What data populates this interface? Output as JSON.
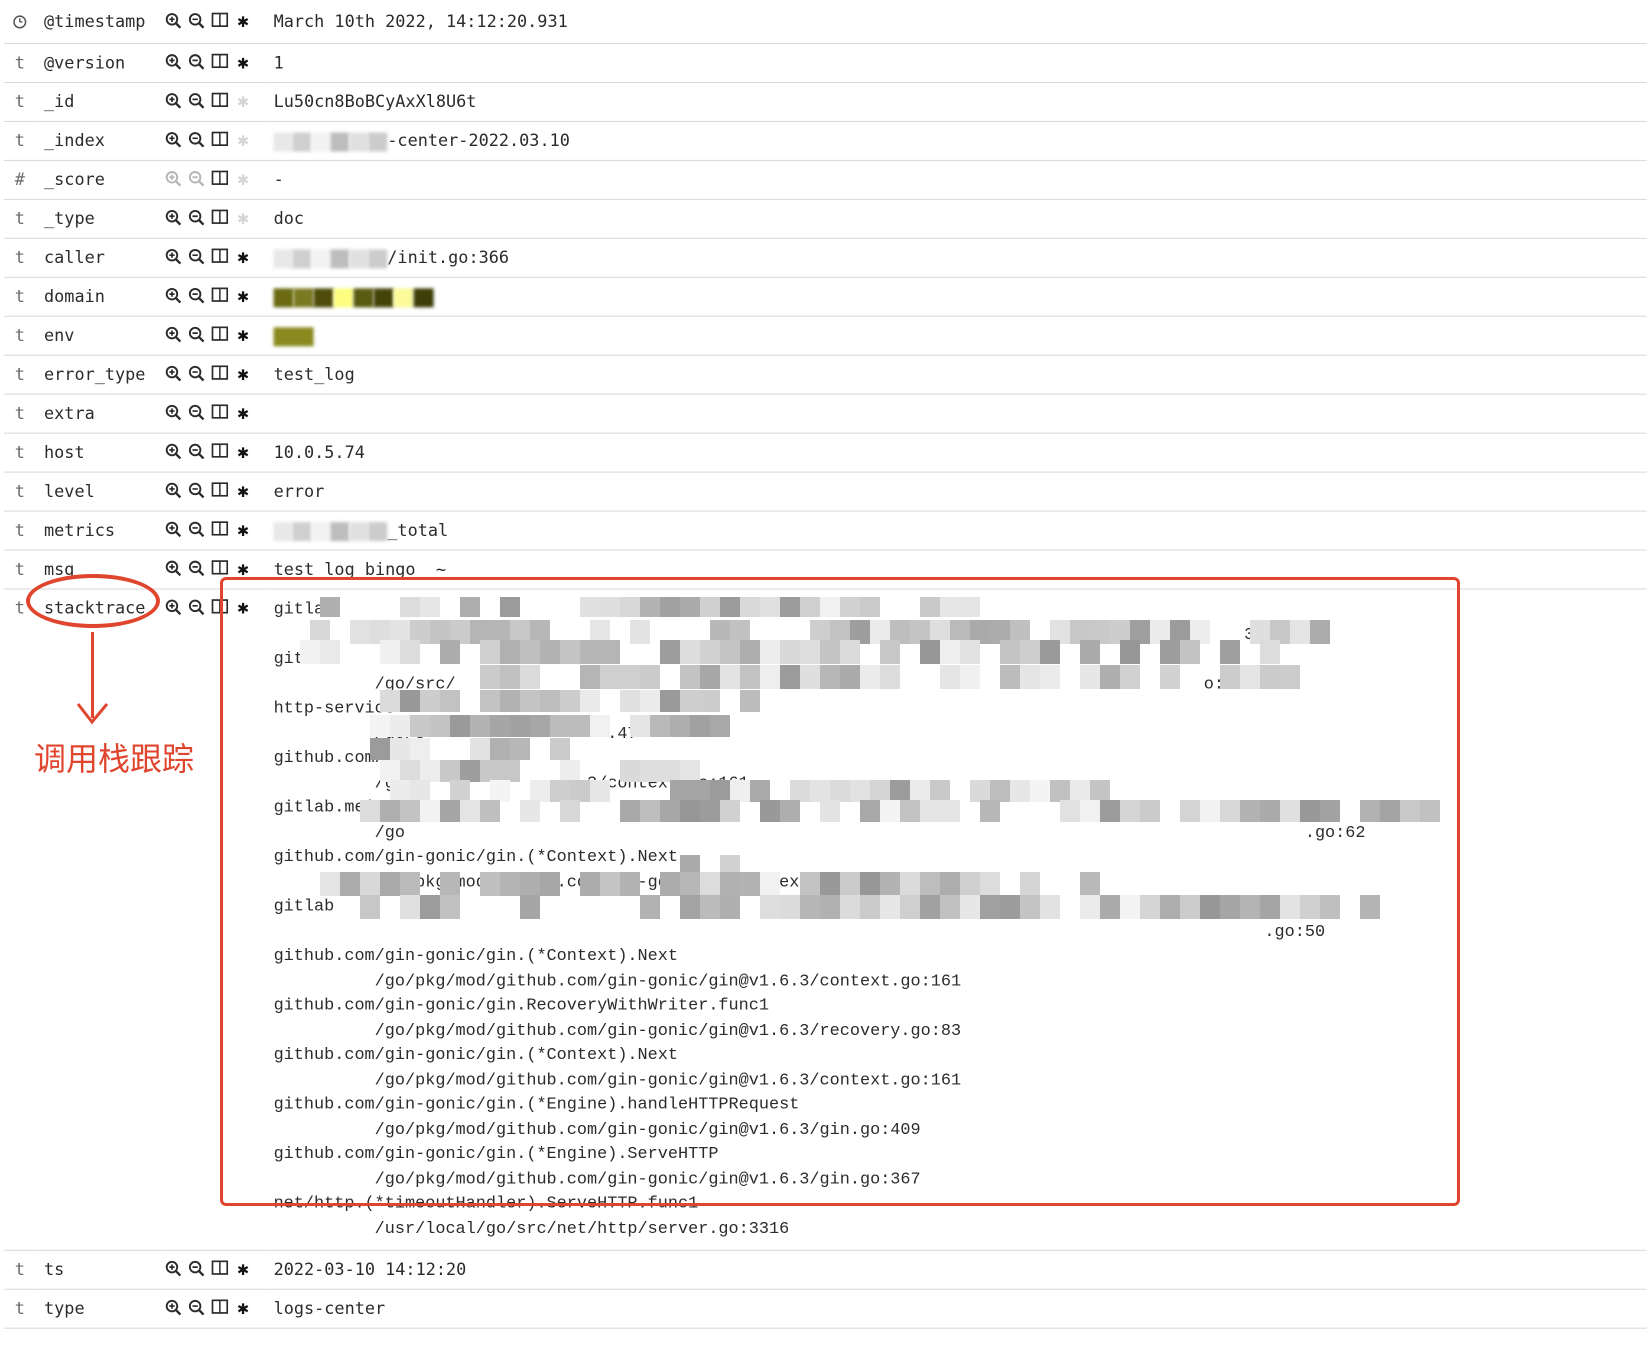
{
  "fields": [
    {
      "type_icon": "clock-icon",
      "type_char": "⏱",
      "name": "@timestamp",
      "value": "March 10th 2022, 14:12:20.931",
      "enabled": true
    },
    {
      "type_char": "t",
      "name": "@version",
      "value": "1",
      "enabled": true
    },
    {
      "type_char": "t",
      "name": "_id",
      "value": "Lu50cn8BoBCyAxXl8U6t",
      "enabled": true,
      "star_dim": true
    },
    {
      "type_char": "t",
      "name": "_index",
      "value": "-center-2022.03.10",
      "enabled": true,
      "star_dim": true,
      "redacted_prefix": true
    },
    {
      "type_char": "#",
      "name": "_score",
      "value": "-",
      "enabled": false,
      "star_dim": true
    },
    {
      "type_char": "t",
      "name": "_type",
      "value": "doc",
      "enabled": true,
      "star_dim": true
    },
    {
      "type_char": "t",
      "name": "caller",
      "value": "/init.go:366",
      "enabled": true,
      "redacted_prefix": true
    },
    {
      "type_char": "t",
      "name": "domain",
      "value": "",
      "enabled": true,
      "redacted_prefix": true,
      "redacted_color": "yellow"
    },
    {
      "type_char": "t",
      "name": "env",
      "value": "",
      "enabled": true,
      "redacted_prefix": true,
      "redacted_color": "olive"
    },
    {
      "type_char": "t",
      "name": "error_type",
      "value": "test_log",
      "enabled": true
    },
    {
      "type_char": "t",
      "name": "extra",
      "value": "",
      "enabled": true
    },
    {
      "type_char": "t",
      "name": "host",
      "value": "10.0.5.74",
      "enabled": true
    },
    {
      "type_char": "t",
      "name": "level",
      "value": "error",
      "enabled": true
    },
    {
      "type_char": "t",
      "name": "metrics",
      "value": "_total",
      "enabled": true,
      "redacted_prefix": true
    },
    {
      "type_char": "t",
      "name": "msg",
      "value": "test_log bingo  ~",
      "enabled": true
    }
  ],
  "stacktrace": {
    "name": "stacktrace",
    "type_char": "t",
    "lines": [
      "gitlab",
      "                                                                                                366",
      "gitl",
      "          /go/src/                                                                          o:128",
      "http-service",
      "          /go/s                  .47",
      "github.com/",
      "          /go                6.3/context.go:161",
      "gitlab.mei",
      "          /go                                                                                         .go:62",
      "github.com/gin-gonic/gin.(*Context).Next",
      "          /go/pkg/mod/github.com/gin-goni       ntext.go:161",
      "gitlab",
      "                                                                                                  .go:50",
      "github.com/gin-gonic/gin.(*Context).Next",
      "          /go/pkg/mod/github.com/gin-gonic/gin@v1.6.3/context.go:161",
      "github.com/gin-gonic/gin.RecoveryWithWriter.func1",
      "          /go/pkg/mod/github.com/gin-gonic/gin@v1.6.3/recovery.go:83",
      "github.com/gin-gonic/gin.(*Context).Next",
      "          /go/pkg/mod/github.com/gin-gonic/gin@v1.6.3/context.go:161",
      "github.com/gin-gonic/gin.(*Engine).handleHTTPRequest",
      "          /go/pkg/mod/github.com/gin-gonic/gin@v1.6.3/gin.go:409",
      "github.com/gin-gonic/gin.(*Engine).ServeHTTP",
      "          /go/pkg/mod/github.com/gin-gonic/gin@v1.6.3/gin.go:367",
      "net/http.(*timeoutHandler).ServeHTTP.func1",
      "          /usr/local/go/src/net/http/server.go:3316"
    ]
  },
  "fields_after": [
    {
      "type_char": "t",
      "name": "ts",
      "value": "2022-03-10 14:12:20",
      "enabled": true
    },
    {
      "type_char": "t",
      "name": "type",
      "value": "logs-center",
      "enabled": true
    }
  ],
  "annotation": {
    "text": "调用栈跟踪",
    "color": "#e0452e"
  }
}
